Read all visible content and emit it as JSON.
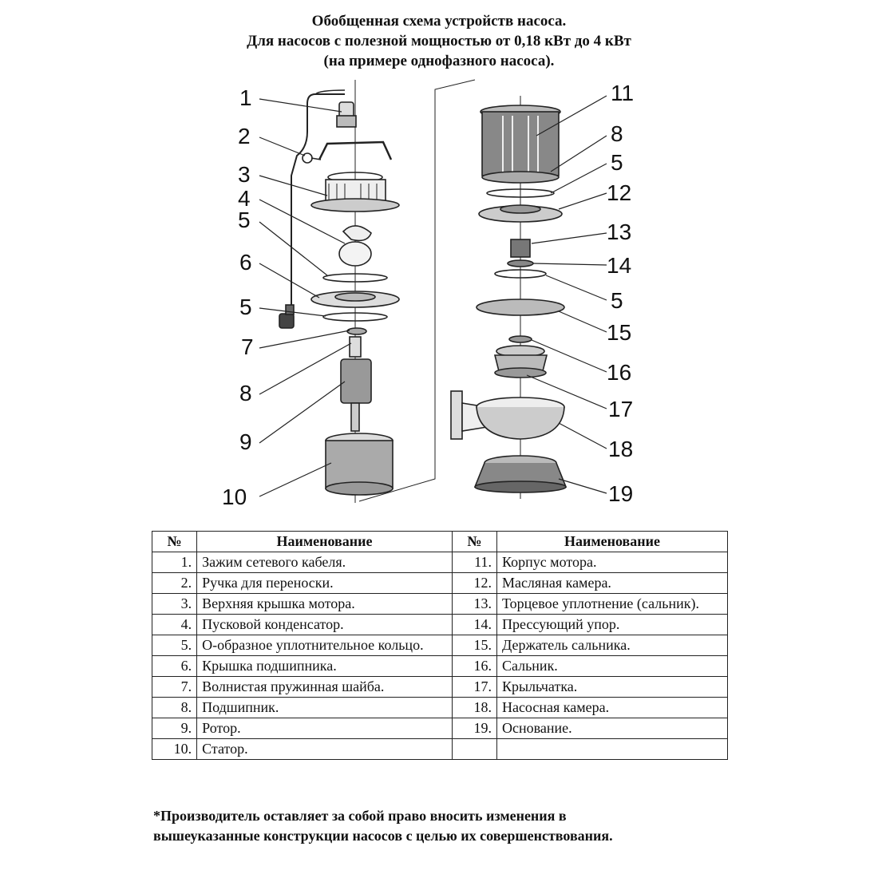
{
  "title": {
    "line1": "Обобщенная схема устройств насоса.",
    "line2": "Для насосов с полезной мощностью от 0,18 кВт до 4 кВт",
    "line3": "(на примере однофазного насоса)."
  },
  "diagram": {
    "left_callouts": [
      "1",
      "2",
      "3",
      "4",
      "5",
      "6",
      "5",
      "7",
      "8",
      "9",
      "10"
    ],
    "right_callouts": [
      "11",
      "8",
      "5",
      "12",
      "13",
      "14",
      "5",
      "15",
      "16",
      "17",
      "18",
      "19"
    ]
  },
  "table": {
    "headers": [
      "№",
      "Наименование",
      "№",
      "Наименование"
    ],
    "rows": [
      {
        "n1": "1.",
        "name1": "Зажим сетевого кабеля.",
        "n2": "11.",
        "name2": "Корпус мотора."
      },
      {
        "n1": "2.",
        "name1": "Ручка для переноски.",
        "n2": "12.",
        "name2": "Масляная камера."
      },
      {
        "n1": "3.",
        "name1": "Верхняя крышка мотора.",
        "n2": "13.",
        "name2": "Торцевое уплотнение (сальник)."
      },
      {
        "n1": "4.",
        "name1": "Пусковой конденсатор.",
        "n2": "14.",
        "name2": "Прессующий упор."
      },
      {
        "n1": "5.",
        "name1": "О-образное уплотнительное кольцо.",
        "n2": "15.",
        "name2": "Держатель сальника."
      },
      {
        "n1": "6.",
        "name1": "Крышка подшипника.",
        "n2": "16.",
        "name2": "Сальник."
      },
      {
        "n1": "7.",
        "name1": "Волнистая пружинная шайба.",
        "n2": "17.",
        "name2": "Крыльчатка."
      },
      {
        "n1": "8.",
        "name1": "Подшипник.",
        "n2": "18.",
        "name2": "Насосная камера."
      },
      {
        "n1": "9.",
        "name1": "Ротор.",
        "n2": "19.",
        "name2": "Основание."
      },
      {
        "n1": "10.",
        "name1": "Статор.",
        "n2": "",
        "name2": ""
      }
    ]
  },
  "footnote": {
    "line1": "*Производитель оставляет за собой право вносить изменения в",
    "line2": "вышеуказанные конструкции насосов с целью их совершенствования."
  }
}
